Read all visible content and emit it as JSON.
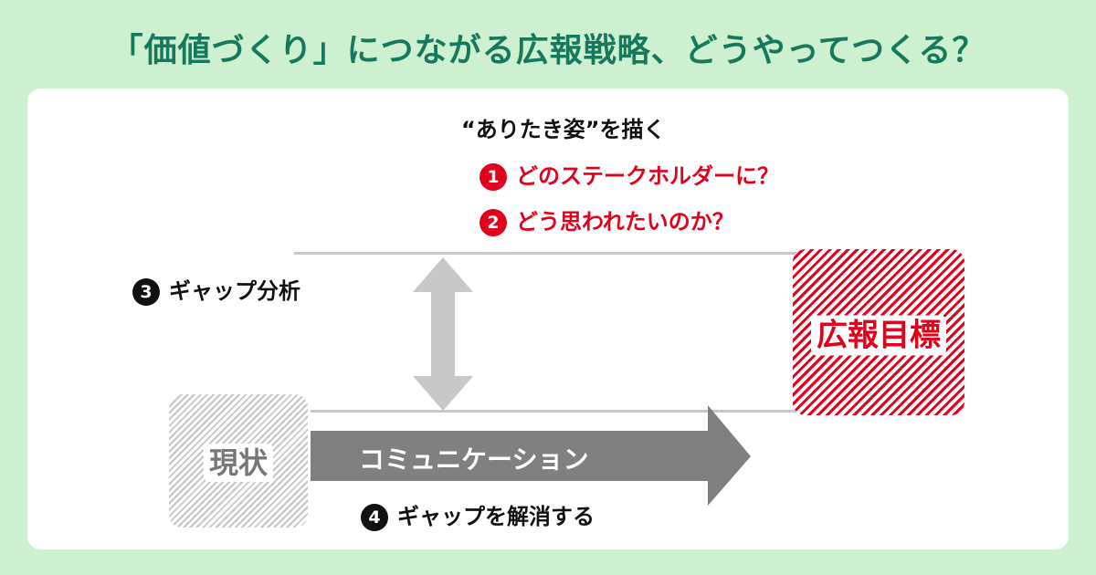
{
  "title": "「価値づくり」につながる広報戦略、どうやってつくる？",
  "ideal": {
    "heading": "“ありたき姿”を描く",
    "items": [
      {
        "num": "1",
        "text": "どのステークホルダーに？"
      },
      {
        "num": "2",
        "text": "どう思われたいのか？"
      }
    ]
  },
  "gap_analysis": {
    "num": "3",
    "text": "ギャップ分析"
  },
  "goal_box": {
    "label": "広報目標"
  },
  "current_box": {
    "label": "現状"
  },
  "arrow": {
    "label": "コミュニケーション"
  },
  "gap_resolve": {
    "num": "4",
    "text": "ギャップを解消する"
  },
  "colors": {
    "background": "#cdf0d0",
    "title": "#16785c",
    "accent_red": "#e2001b",
    "arrow_gray": "#808080",
    "line_gray": "#c8c8c8"
  }
}
